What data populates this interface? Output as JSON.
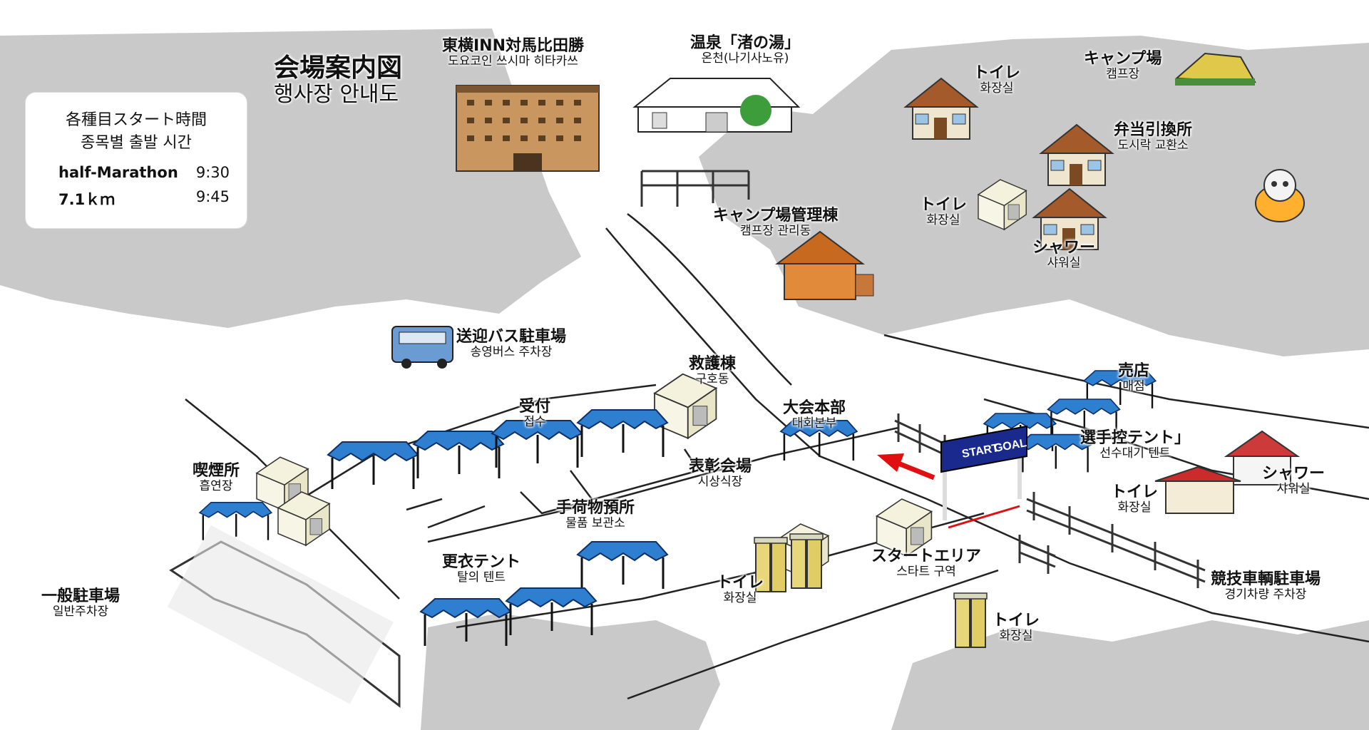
{
  "title": {
    "jp": "会場案内図",
    "kr": "행사장 안내도"
  },
  "start_times": {
    "heading_jp": "各種目スタート時間",
    "heading_kr": "종목별 출발 시간",
    "events": [
      {
        "name": "half-Marathon",
        "time": "9:30"
      },
      {
        "name": "7.1ｋｍ",
        "time": "9:45"
      }
    ]
  },
  "banner": {
    "start": "START",
    "goal": "GOAL"
  },
  "colors": {
    "tent": "#2f7fd0",
    "land": "#c9c9c9",
    "arrow": "#e01010",
    "sky": "#ffffff"
  },
  "places": {
    "hotel": {
      "jp": "東横INN対馬比田勝",
      "kr": "도요코인 쓰시마 히타카쓰"
    },
    "onsen": {
      "jp": "温泉「渚の湯」",
      "kr": "온천(나기사노유)"
    },
    "toilet_top": {
      "jp": "トイレ",
      "kr": "화장실"
    },
    "campsite": {
      "jp": "キャンプ場",
      "kr": "캠프장"
    },
    "bento": {
      "jp": "弁当引換所",
      "kr": "도시락 교환소"
    },
    "toilet_mid": {
      "jp": "トイレ",
      "kr": "화장실"
    },
    "shower_top": {
      "jp": "シャワー",
      "kr": "샤워실"
    },
    "camp_mgmt": {
      "jp": "キャンプ場管理棟",
      "kr": "캠프장 관리동"
    },
    "bus_parking": {
      "jp": "送迎バス駐車場",
      "kr": "송영버스 주차장"
    },
    "first_aid": {
      "jp": "救護棟",
      "kr": "구호동"
    },
    "reception": {
      "jp": "受付",
      "kr": "접수"
    },
    "hq": {
      "jp": "大会本部",
      "kr": "대회본부"
    },
    "shop": {
      "jp": "売店",
      "kr": "매점"
    },
    "athlete_tent": {
      "jp": "選手控テント」",
      "kr": "선수대기 텐트"
    },
    "shower_right": {
      "jp": "シャワー",
      "kr": "샤워실"
    },
    "toilet_right": {
      "jp": "トイレ",
      "kr": "화장실"
    },
    "smoking": {
      "jp": "喫煙所",
      "kr": "흡연장"
    },
    "award": {
      "jp": "表彰会場",
      "kr": "시상식장"
    },
    "baggage": {
      "jp": "手荷物預所",
      "kr": "물품 보관소"
    },
    "changing": {
      "jp": "更衣テント",
      "kr": "탈의 텐트"
    },
    "toilet_center": {
      "jp": "トイレ",
      "kr": "화장실"
    },
    "start_area": {
      "jp": "スタートエリア",
      "kr": "스타트 구역"
    },
    "toilet_bottom": {
      "jp": "トイレ",
      "kr": "화장실"
    },
    "general_parking": {
      "jp": "一般駐車場",
      "kr": "일반주차장"
    },
    "vehicle_parking": {
      "jp": "競技車輌駐車場",
      "kr": "경기차량 주차장"
    }
  }
}
